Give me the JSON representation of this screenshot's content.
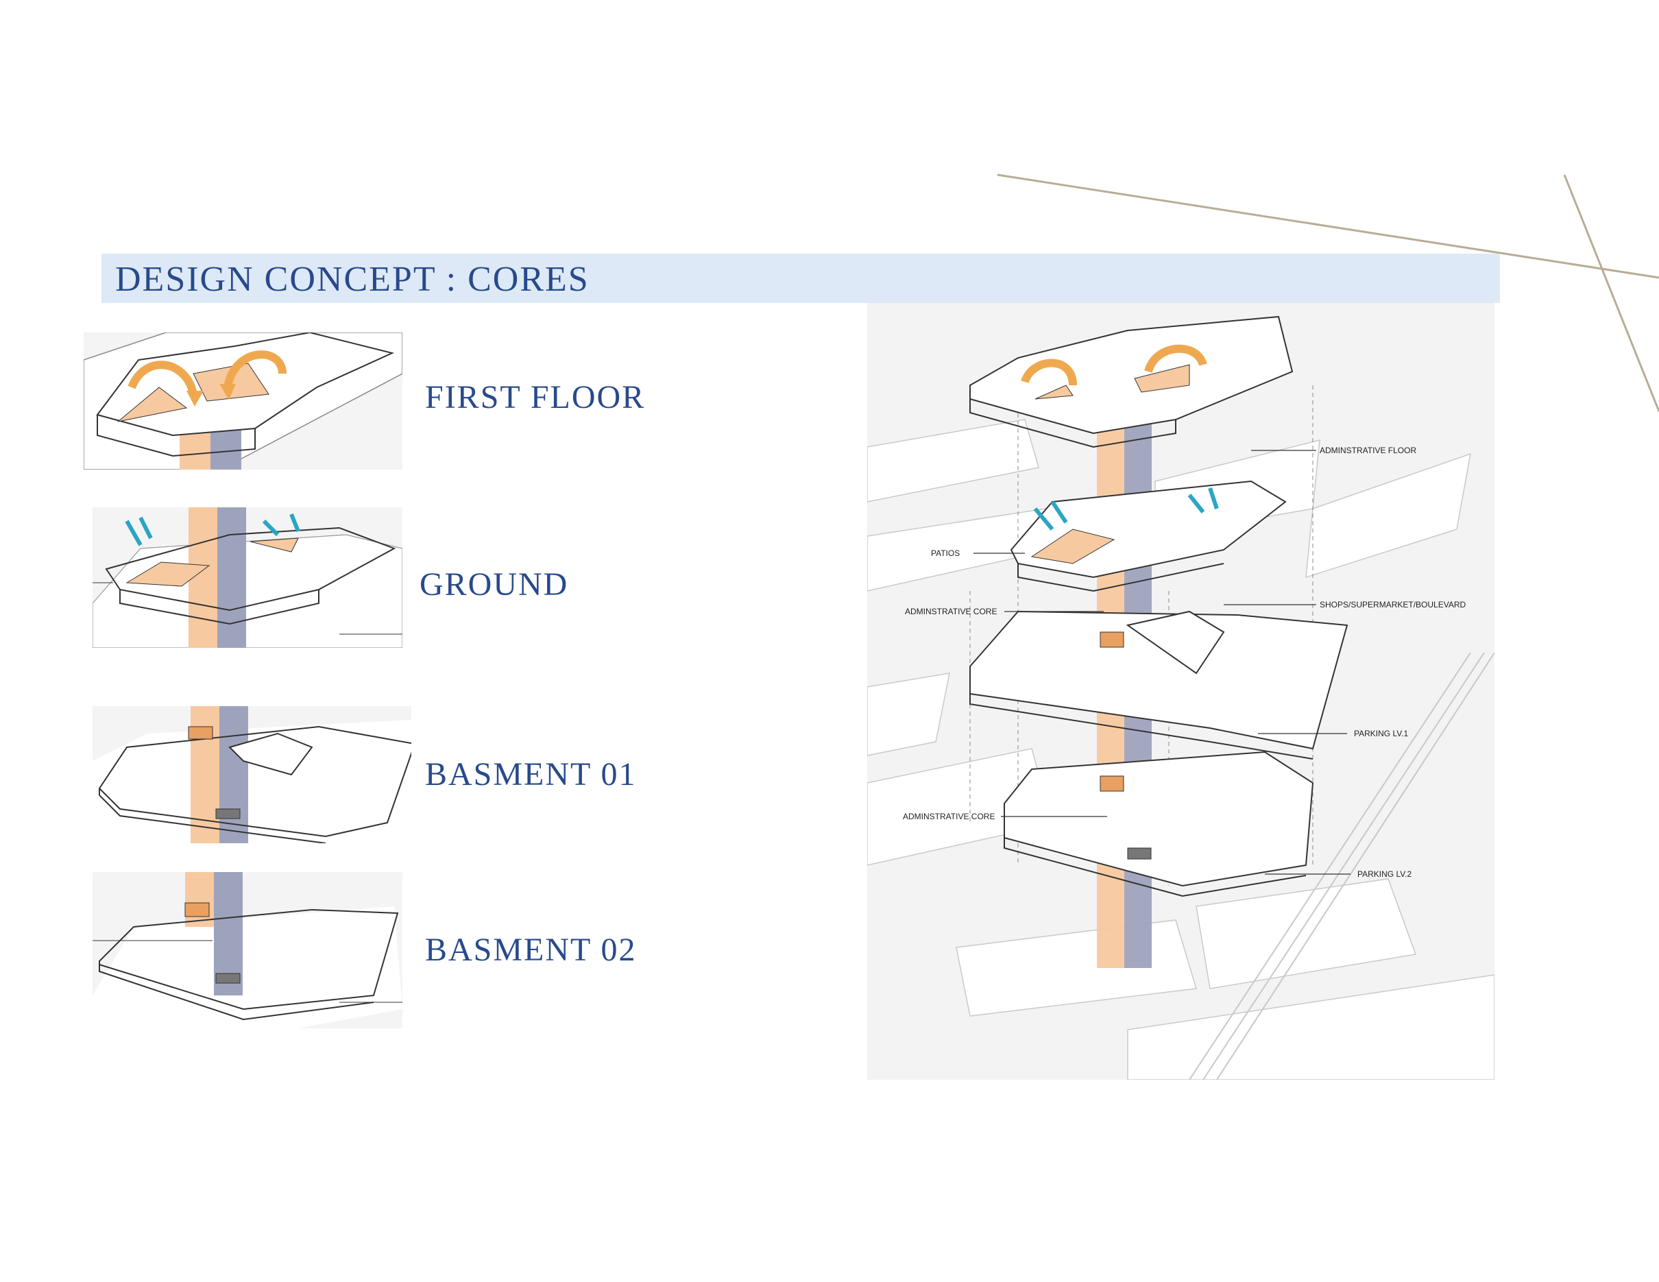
{
  "title": "DESIGN CONCEPT : CORES",
  "floor_labels": {
    "first_floor": "FIRST FLOOR",
    "ground": "GROUND",
    "basement_01": "BASMENT 01",
    "basement_02": "BASMENT 02"
  },
  "annotations": {
    "admin_floor": "ADMINSTRATIVE FLOOR",
    "patios": "PATIOS",
    "admin_core_1": "ADMINSTRATIVE CORE",
    "shops": "SHOPS/SUPERMARKET/BOULEVARD",
    "parking_1": "PARKING LV.1",
    "admin_core_2": "ADMINSTRATIVE CORE",
    "parking_2": "PARKING LV.2"
  },
  "colors": {
    "title_text": "#284a8c",
    "title_bar": "#dde9f6",
    "orange_core": "#f7c9a0",
    "blue_core": "#9ea3bd",
    "arrow_orange": "#f0a850",
    "arrow_teal": "#2aa6c4",
    "context_gray": "#f2f2f2"
  }
}
